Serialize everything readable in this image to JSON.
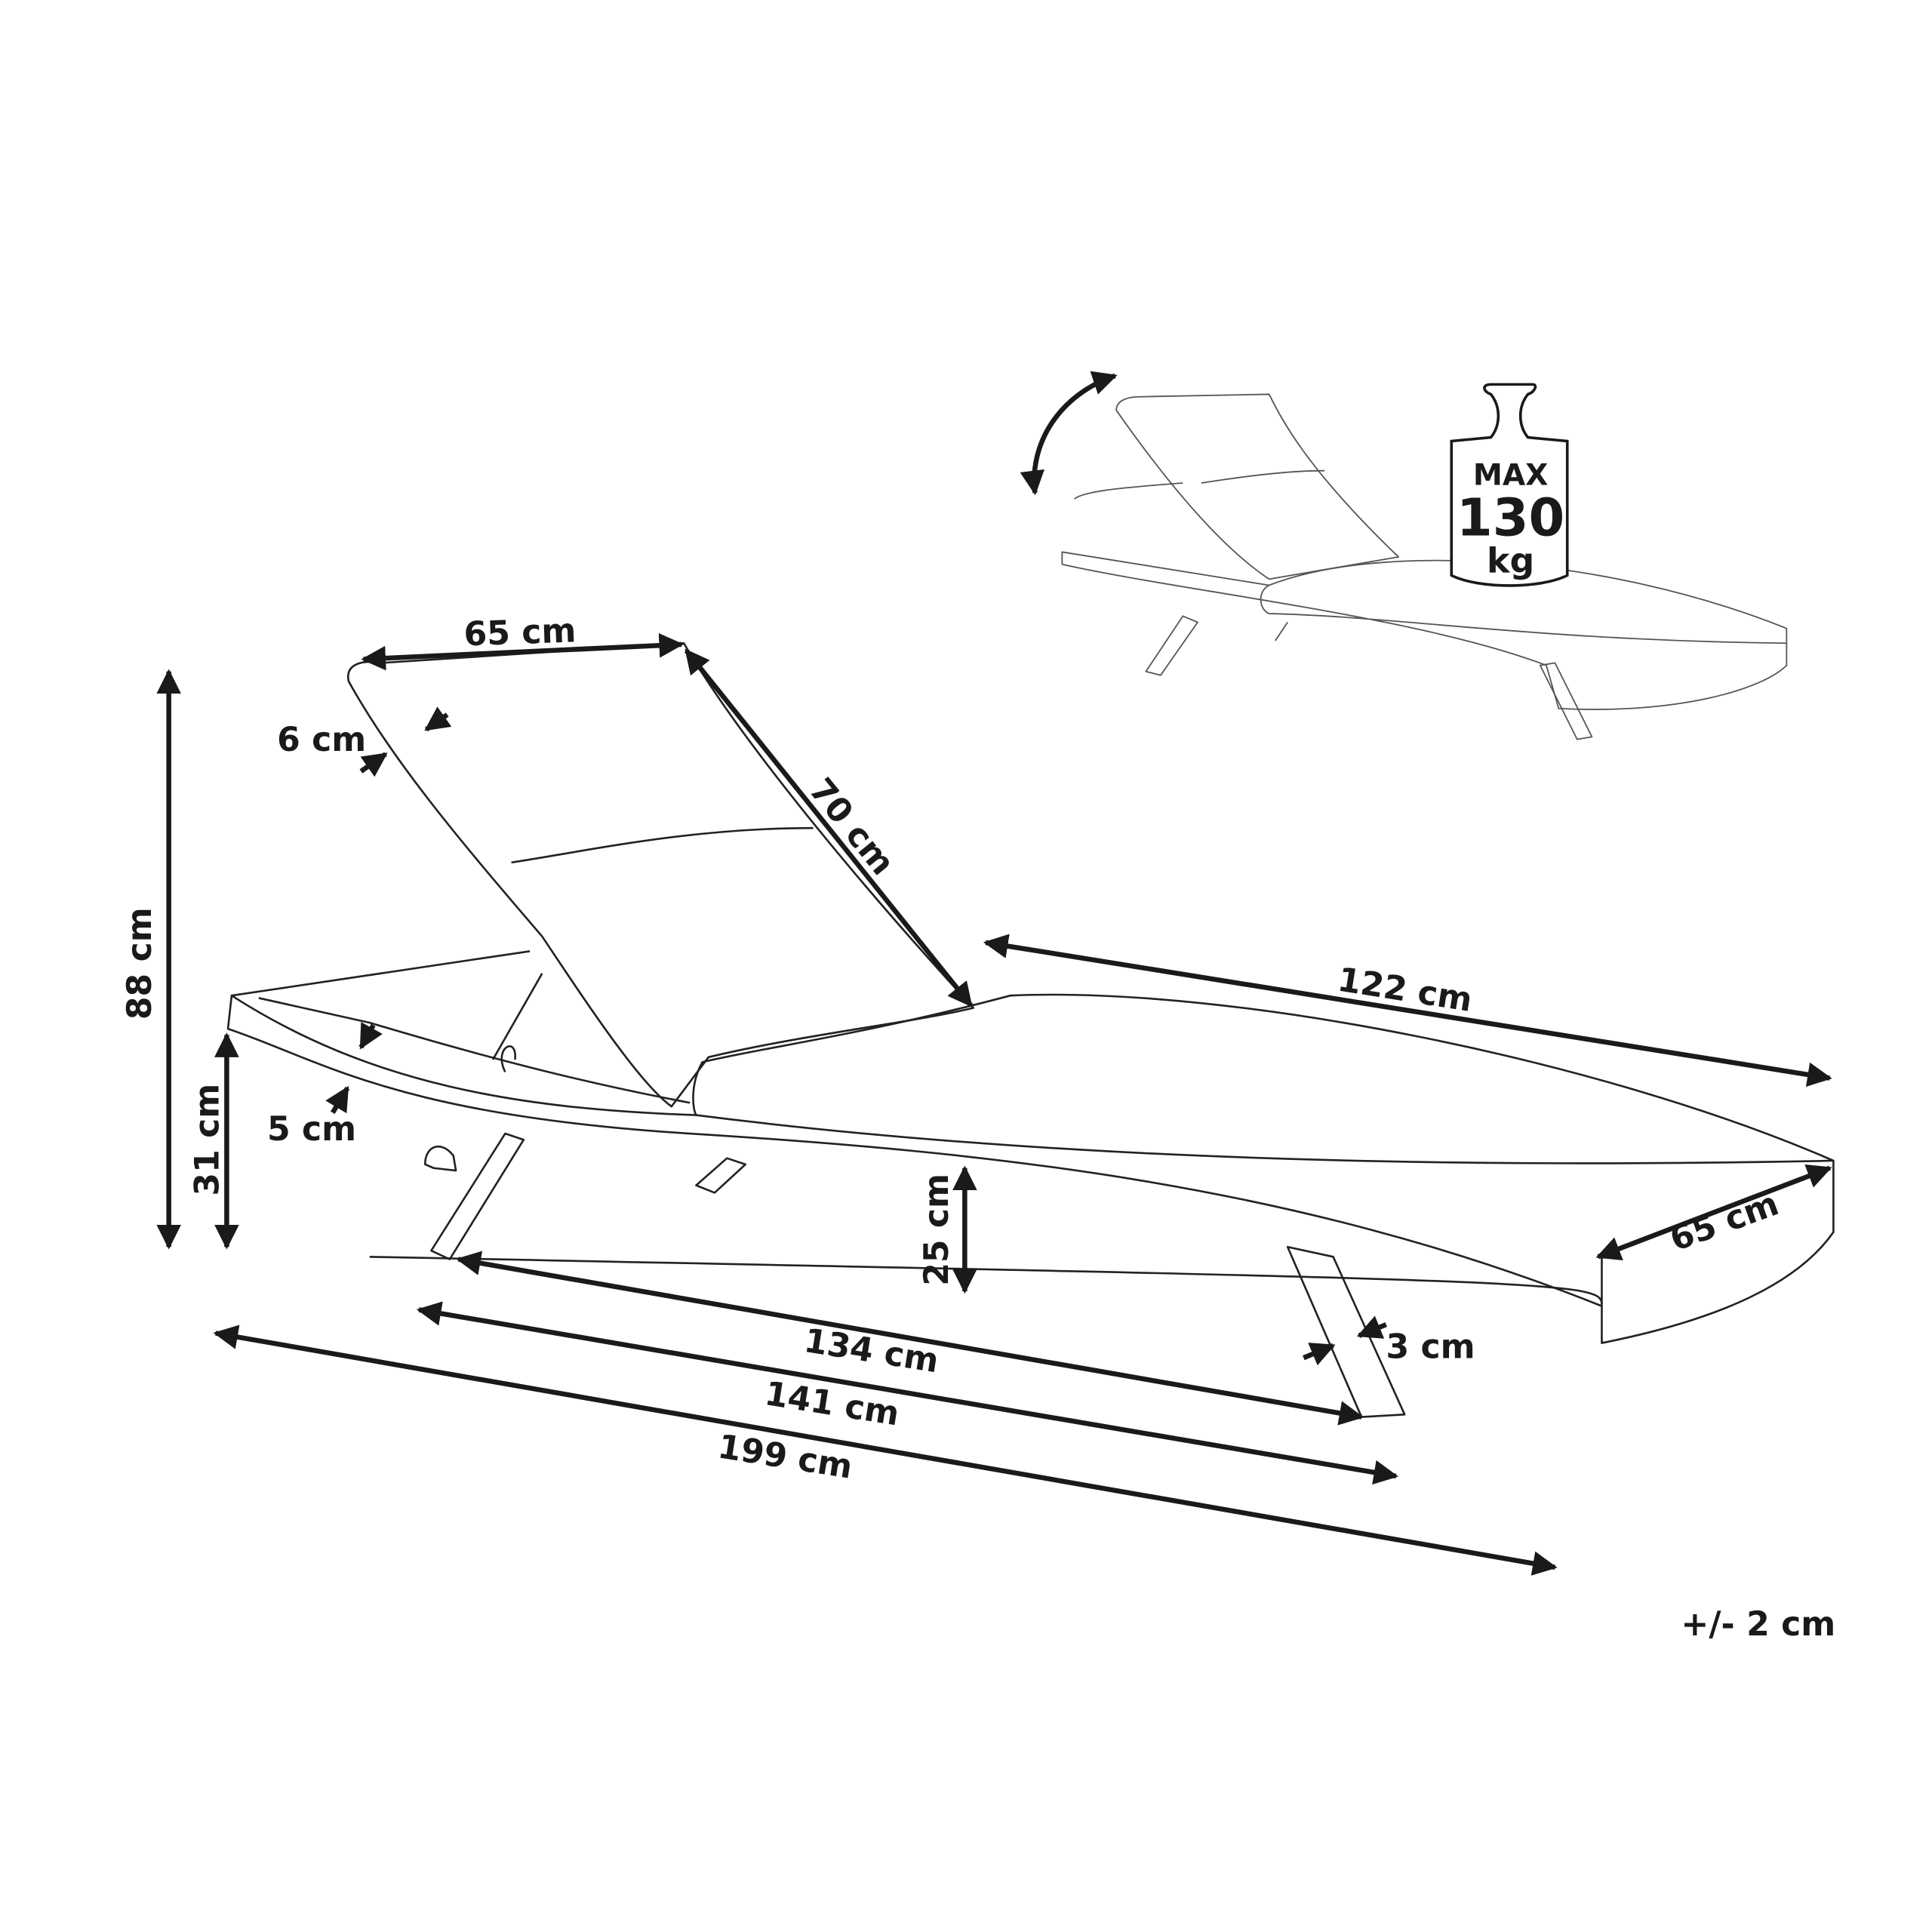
{
  "dimensions": {
    "backrest_width": "65 cm",
    "backrest_length": "70 cm",
    "cushion_thickness": "6 cm",
    "total_height": "88 cm",
    "seat_height": "31 cm",
    "frame_thickness": "5 cm",
    "seat_length": "122 cm",
    "seat_width": "65 cm",
    "ground_clearance": "25 cm",
    "leg_thickness": "3 cm",
    "leg_span": "134 cm",
    "frame_length": "141 cm",
    "total_length": "199 cm"
  },
  "tolerance": "+/- 2 cm",
  "max_load": {
    "line1": "MAX",
    "line2": "130",
    "line3": "kg"
  },
  "colors": {
    "ink": "#1a1a1a",
    "background": "#ffffff"
  }
}
